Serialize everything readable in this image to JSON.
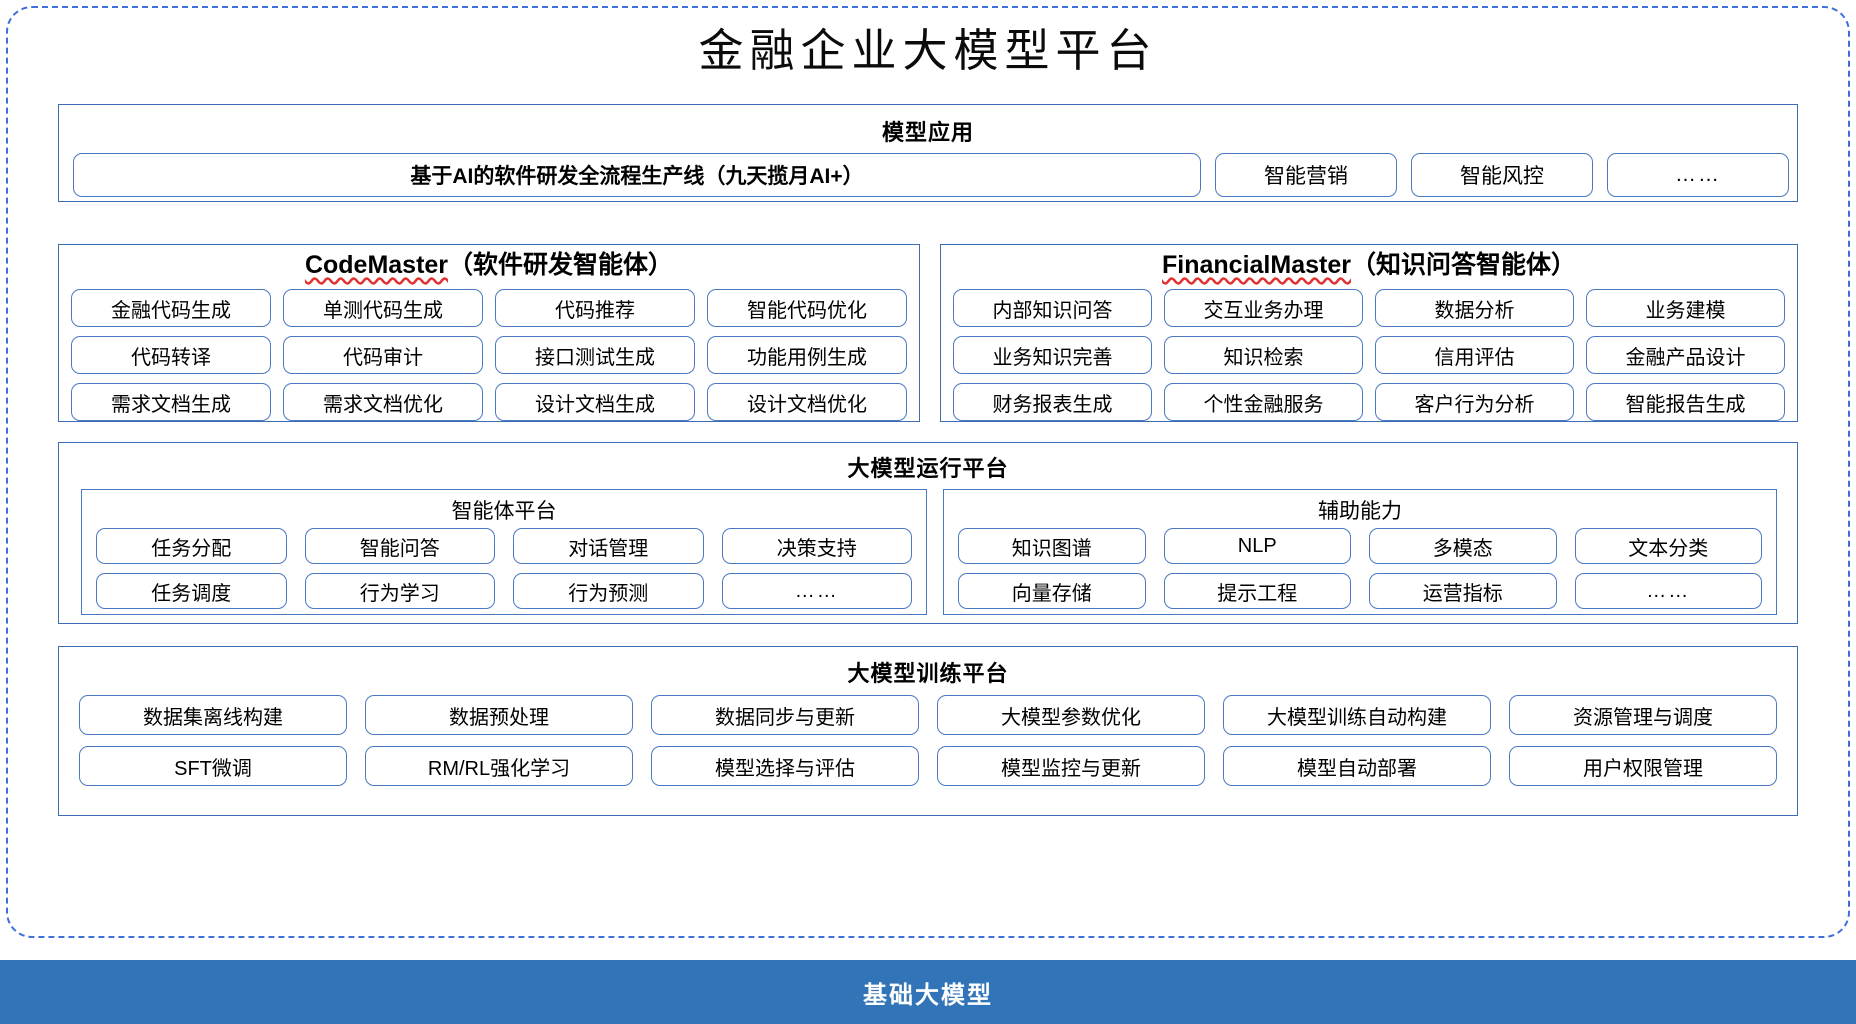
{
  "title": "金融企业大模型平台",
  "model_application": {
    "heading": "模型应用",
    "primary_item": "基于AI的软件研发全流程生产线（九天揽月AI+）",
    "items": [
      "智能营销",
      "智能风控",
      "……"
    ]
  },
  "agents": [
    {
      "name": "CodeMaster",
      "suffix": "（软件研发智能体）",
      "items": [
        "金融代码生成",
        "单测代码生成",
        "代码推荐",
        "智能代码优化",
        "代码转译",
        "代码审计",
        "接口测试生成",
        "功能用例生成",
        "需求文档生成",
        "需求文档优化",
        "设计文档生成",
        "设计文档优化"
      ]
    },
    {
      "name": "FinancialMaster",
      "suffix": "（知识问答智能体）",
      "items": [
        "内部知识问答",
        "交互业务办理",
        "数据分析",
        "业务建模",
        "业务知识完善",
        "知识检索",
        "信用评估",
        "金融产品设计",
        "财务报表生成",
        "个性金融服务",
        "客户行为分析",
        "智能报告生成"
      ]
    }
  ],
  "runtime_platform": {
    "heading": "大模型运行平台",
    "subpanels": [
      {
        "heading": "智能体平台",
        "items": [
          "任务分配",
          "智能问答",
          "对话管理",
          "决策支持",
          "任务调度",
          "行为学习",
          "行为预测",
          "……"
        ]
      },
      {
        "heading": "辅助能力",
        "items": [
          "知识图谱",
          "NLP",
          "多模态",
          "文本分类",
          "向量存储",
          "提示工程",
          "运营指标",
          "……"
        ]
      }
    ]
  },
  "training_platform": {
    "heading": "大模型训练平台",
    "items": [
      "数据集离线构建",
      "数据预处理",
      "数据同步与更新",
      "大模型参数优化",
      "大模型训练自动构建",
      "资源管理与调度",
      "SFT微调",
      "RM/RL强化学习",
      "模型选择与评估",
      "模型监控与更新",
      "模型自动部署",
      "用户权限管理"
    ]
  },
  "foundation": {
    "label": "基础大模型"
  },
  "colors": {
    "panel_border": "#3d6eb4",
    "chip_border": "#4a79c4",
    "dashed_border": "#3f6fd8",
    "footer_bg": "#3174b8",
    "footer_text": "#ffffff",
    "spellcheck_underline": "#e03030"
  }
}
